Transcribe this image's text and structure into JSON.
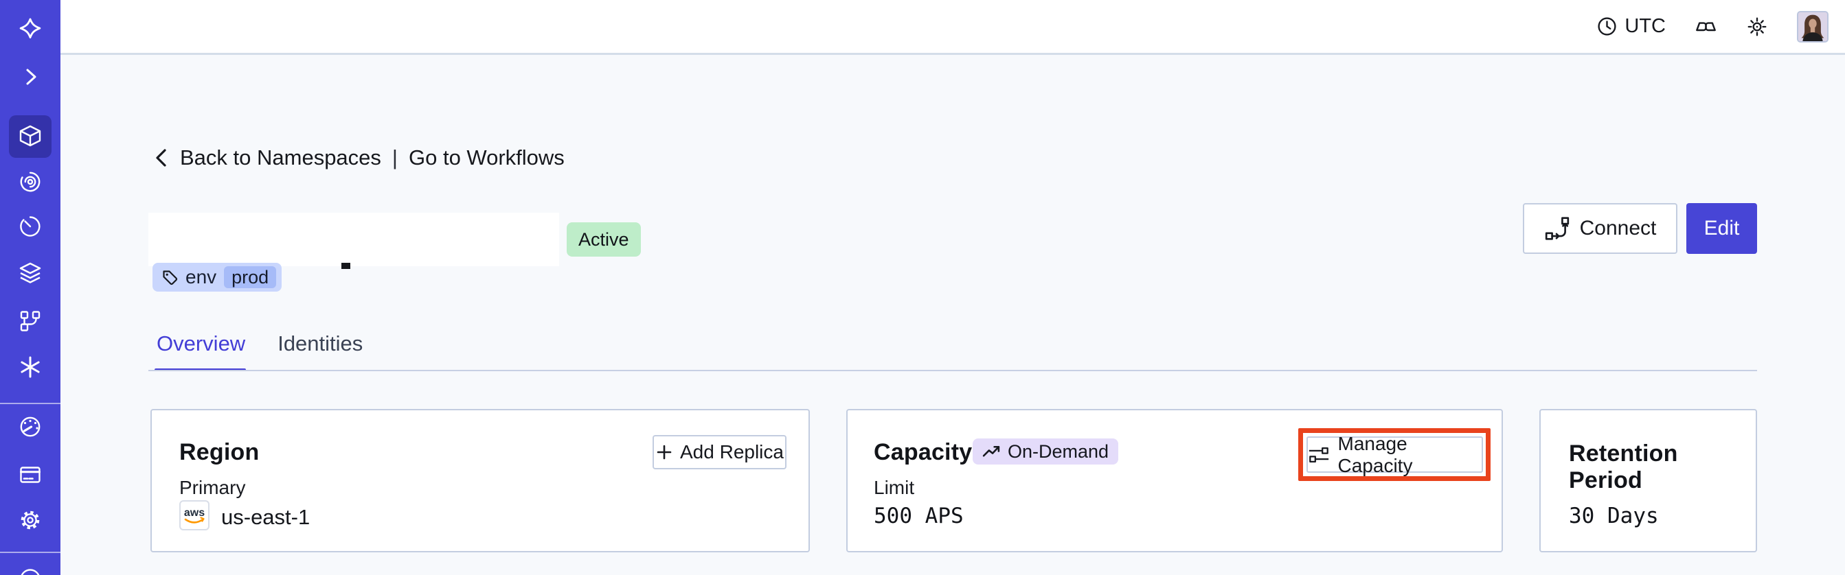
{
  "topbar": {
    "timezone": "UTC",
    "icons": [
      "clock-icon",
      "glasses-icon",
      "sun-icon",
      "avatar"
    ]
  },
  "sidebar": {
    "icons": [
      "temporal-logo",
      "chevron-right",
      "namespaces-cube",
      "workflows-swirl",
      "schedules-clock",
      "deployments-layers",
      "batch-branch",
      "nexus-asterisk",
      "usage-gauge",
      "billing-card",
      "settings-gear",
      "account-globe"
    ],
    "active_icon": "namespaces-cube"
  },
  "breadcrumb": {
    "back_label": "Back to Namespaces",
    "separator": "|",
    "workflows_label": "Go to Workflows"
  },
  "header": {
    "status_badge": "Active",
    "tag": {
      "key": "env",
      "value": "prod"
    },
    "connect_label": "Connect",
    "edit_label": "Edit"
  },
  "tabs": [
    {
      "label": "Overview",
      "active": true
    },
    {
      "label": "Identities",
      "active": false
    }
  ],
  "cards": {
    "region": {
      "title": "Region",
      "add_replica_label": "Add Replica",
      "primary_label": "Primary",
      "provider_label": "aws",
      "region_value": "us-east-1"
    },
    "capacity": {
      "title": "Capacity",
      "badge_label": "On-Demand",
      "manage_label": "Manage Capacity",
      "limit_label": "Limit",
      "limit_value": "500 APS"
    },
    "retention": {
      "title": "Retention Period",
      "value": "30 Days"
    }
  },
  "colors": {
    "accent": "#4745D6",
    "page_bg": "#F7F9FC",
    "topbar_bg": "#FFFFFF",
    "border": "#C3CDE0",
    "card_bg": "#FFFFFF",
    "text": "#16181D",
    "active_badge_bg": "#BEEDC9",
    "tag_bg": "#C9D6FD",
    "tag_inner_bg": "#A6BBF8",
    "ondemand_bg": "#E4DCFA",
    "highlight_red": "#E9431D",
    "aws_orange": "#FF9900",
    "tabline": "#C7CFE3"
  }
}
